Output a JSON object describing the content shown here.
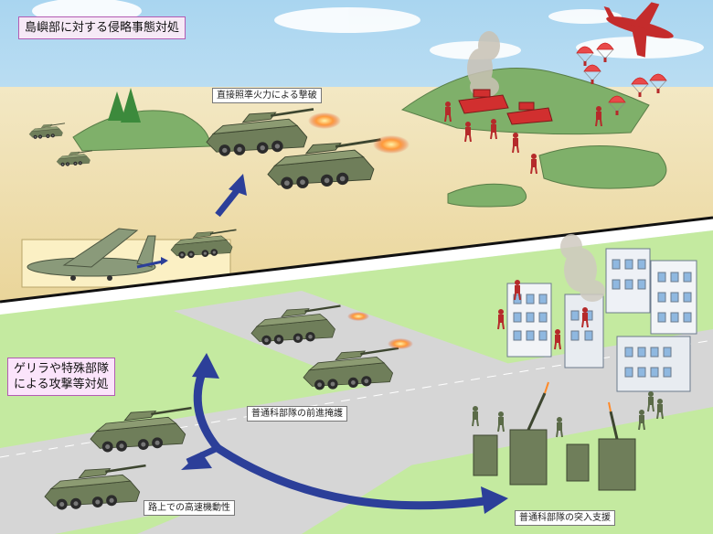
{
  "panels": {
    "top_title": "島嶼部に対する侵略事態対処",
    "bottom_title_line1": "ゲリラや特殊部隊",
    "bottom_title_line2": "による攻撃等対処"
  },
  "captions": {
    "direct_fire": "直接照準火力による撃破",
    "infantry_escort": "普通科部隊の前進掩護",
    "road_mobility": "路上での高速機動性",
    "infantry_assault": "普通科部隊の突入支援"
  },
  "colors": {
    "sky": "#b7dcf2",
    "sand": "#f1e3b3",
    "grass": "#bfe89a",
    "road": "#d9d9d9",
    "vehicle": "#6d7d5a",
    "enemy": "#c0262b",
    "arrow": "#2c3f99",
    "divider": "#111111"
  }
}
